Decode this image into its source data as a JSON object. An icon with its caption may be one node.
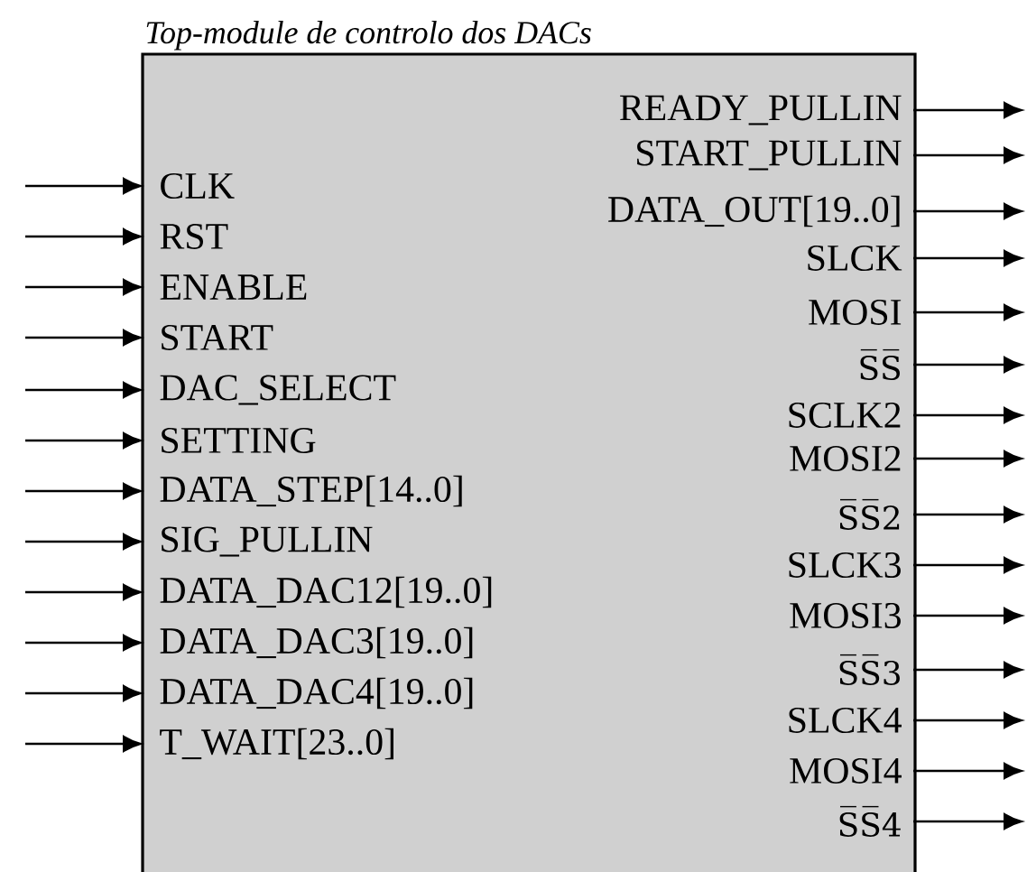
{
  "diagram": {
    "nodes": [
      {
        "text": [
          "Top-module de controlo dos DACs"
        ]
      },
      {
        "text": [
          "CLK"
        ],
        "in": 0
      },
      {
        "text": [
          "RST"
        ],
        "in": 0
      },
      {
        "text": [
          "ENABLE"
        ],
        "in": 0
      },
      {
        "text": [
          "START"
        ],
        "in": 0
      },
      {
        "text": [
          "DAC_SELECT"
        ],
        "in": 0
      },
      {
        "text": [
          "SETTING"
        ],
        "in": 0
      },
      {
        "text": [
          "DATA_STEP[14..0]"
        ],
        "in": 0
      },
      {
        "text": [
          "SIG_PULLIN"
        ],
        "in": 0
      },
      {
        "text": [
          "DATA_DAC12[19..0]"
        ],
        "in": 0
      },
      {
        "text": [
          "DATA_DAC3[19..0]"
        ],
        "in": 0
      },
      {
        "text": [
          "DATA_DAC4[19..0]"
        ],
        "in": 0
      },
      {
        "text": [
          "T_WAIT[23..0]"
        ],
        "in": 0
      },
      {
        "text": [
          "READY_PULLIN"
        ],
        "in": 0
      },
      {
        "text": [
          "START_PULLIN"
        ],
        "in": 0
      },
      {
        "text": [
          "DATA_OUT[19..0]"
        ],
        "in": 0
      },
      {
        "text": [
          "SLCK"
        ],
        "in": 0
      },
      {
        "text": [
          "MOSI"
        ],
        "in": 0
      },
      {
        "text": [
          "S̅S̅"
        ],
        "in": 0
      },
      {
        "text": [
          "SCLK2"
        ],
        "in": 0
      },
      {
        "text": [
          "MOSI2"
        ],
        "in": 0
      },
      {
        "text": [
          "S̅S̅2"
        ],
        "in": 0
      },
      {
        "text": [
          "SLCK3"
        ],
        "in": 0
      },
      {
        "text": [
          "MOSI3"
        ],
        "in": 0
      },
      {
        "text": [
          "S̅S̅3"
        ],
        "in": 0
      },
      {
        "text": [
          "SLCK4"
        ],
        "in": 0
      },
      {
        "text": [
          "MOSI4"
        ],
        "in": 0
      },
      {
        "text": [
          "S̅S̅4"
        ],
        "in": 0
      }
    ],
    "edges": [
      {
        "from": null,
        "to": 1,
        "arrow": "to"
      },
      {
        "from": null,
        "to": 2,
        "arrow": "to"
      },
      {
        "from": null,
        "to": 3,
        "arrow": "to"
      },
      {
        "from": null,
        "to": 4,
        "arrow": "to"
      },
      {
        "from": null,
        "to": 5,
        "arrow": "to"
      },
      {
        "from": null,
        "to": 6,
        "arrow": "to"
      },
      {
        "from": null,
        "to": 7,
        "arrow": "to"
      },
      {
        "from": null,
        "to": 8,
        "arrow": "to"
      },
      {
        "from": null,
        "to": 9,
        "arrow": "to"
      },
      {
        "from": null,
        "to": 10,
        "arrow": "to"
      },
      {
        "from": null,
        "to": 11,
        "arrow": "to"
      },
      {
        "from": null,
        "to": 12,
        "arrow": "to"
      },
      {
        "from": 13,
        "to": null,
        "arrow": "to"
      },
      {
        "from": 14,
        "to": null,
        "arrow": "to"
      },
      {
        "from": 15,
        "to": null,
        "arrow": "to"
      },
      {
        "from": 16,
        "to": null,
        "arrow": "to"
      },
      {
        "from": 17,
        "to": null,
        "arrow": "to"
      },
      {
        "from": 18,
        "to": null,
        "arrow": "to"
      },
      {
        "from": 19,
        "to": null,
        "arrow": "to"
      },
      {
        "from": 20,
        "to": null,
        "arrow": "to"
      },
      {
        "from": 21,
        "to": null,
        "arrow": "to"
      },
      {
        "from": 22,
        "to": null,
        "arrow": "to"
      },
      {
        "from": 23,
        "to": null,
        "arrow": "to"
      },
      {
        "from": 24,
        "to": null,
        "arrow": "to"
      },
      {
        "from": 25,
        "to": null,
        "arrow": "to"
      },
      {
        "from": 26,
        "to": null,
        "arrow": "to"
      },
      {
        "from": 27,
        "to": null,
        "arrow": "to"
      }
    ]
  }
}
